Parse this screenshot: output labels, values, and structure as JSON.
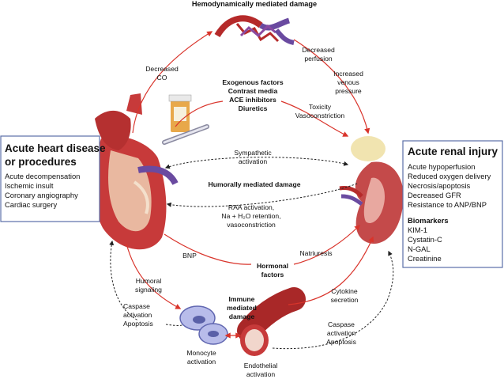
{
  "title": "Hemodynamically mediated damage",
  "heart_box": {
    "title_lines": [
      "Acute heart disease",
      "or procedures"
    ],
    "items": [
      "Acute decompensation",
      "Ischemic insult",
      "Coronary angiography",
      "Cardiac surgery"
    ]
  },
  "kidney_box": {
    "title": "Acute renal injury",
    "items": [
      "Acute hypoperfusion",
      "Reduced oxygen delivery",
      "Necrosis/apoptosis",
      "Decreased GFR",
      "Resistance to ANP/BNP"
    ],
    "biomarkers_title": "Biomarkers",
    "biomarkers": [
      "KIM-1",
      "Cystatin-C",
      "N-GAL",
      "Creatinine"
    ]
  },
  "labels": {
    "decreased_co": [
      "Decreased",
      "CO"
    ],
    "decreased_perfusion": [
      "Decreased",
      "perfusion"
    ],
    "increased_venous_pressure": [
      "Increased",
      "venous",
      "pressure"
    ],
    "exogenous": [
      "Exogenous factors",
      "Contrast media",
      "ACE inhibitors",
      "Diuretics"
    ],
    "toxicity": [
      "Toxicity",
      "Vasoconstriction"
    ],
    "sympathetic": [
      "Sympathetic",
      "activation"
    ],
    "humorally_mediated": "Humorally mediated damage",
    "raa": [
      "RAA activation,",
      "Na + H₂O retention,",
      "vasoconstriction"
    ],
    "bnp": "BNP",
    "natriuresis": "Natriuresis",
    "hormonal": [
      "Hormonal",
      "factors"
    ],
    "humoral_signaling": [
      "Humoral",
      "signaling"
    ],
    "caspase_left": [
      "Caspase",
      "activation",
      "Apoptosis"
    ],
    "immune": [
      "Immune",
      "mediated",
      "damage"
    ],
    "cytokine": [
      "Cytokine",
      "secretion"
    ],
    "caspase_right": [
      "Caspase",
      "activation",
      "Apoptosis"
    ],
    "monocyte": [
      "Monocyte",
      "activation"
    ],
    "endothelial": [
      "Endothelial",
      "activation"
    ]
  },
  "colors": {
    "arrow_red": "#d9342b",
    "arrow_dark": "#222222",
    "box_border": "#5a6fa8",
    "heart_red": "#c73a3a",
    "kidney_red": "#c44a4a"
  }
}
